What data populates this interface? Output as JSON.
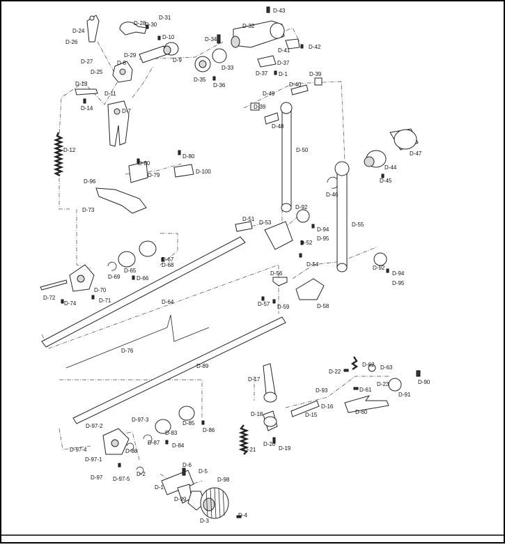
{
  "diagram": {
    "labels": {
      "D-1": "D-1",
      "D-2": "D-2",
      "D-3": "D-3",
      "D-4": "D-4",
      "D-5": "D-5",
      "D-6": "D-6",
      "D-7": "D-7",
      "D-8": "D-8",
      "D-9": "D-9",
      "D-10": "D-10",
      "D-11": "D-11",
      "D-12": "D-12",
      "D-13": "D-13",
      "D-14": "D-14",
      "D-15": "D-15",
      "D-16": "D-16",
      "D-17": "D-17",
      "D-18": "D-18",
      "D-19": "D-19",
      "D-20": "D-20",
      "D-21": "D-21",
      "D-22": "D-22",
      "D-23": "D-23",
      "D-24": "D-24",
      "D-25": "D-25",
      "D-26": "D-26",
      "D-27": "D-27",
      "D-28": "D-28",
      "D-29": "D-29",
      "D-30": "D-30",
      "D-31": "D-31",
      "D-32": "D-32",
      "D-33": "D-33",
      "D-34": "D-34",
      "D-35": "D-35",
      "D-36": "D-36",
      "D-37": "D-37",
      "D-39": "D-39",
      "D-40": "D-40",
      "D-41": "D-41",
      "D-42": "D-42",
      "D-43": "D-43",
      "D-44": "D-44",
      "D-45": "D-45",
      "D-46": "D-46",
      "D-47": "D-47",
      "D-48": "D-48",
      "D-49": "D-49",
      "D-50": "D-50",
      "D-51": "D-51",
      "D-52": "D-52",
      "D-53": "D-53",
      "D-54": "D-54",
      "D-55": "D-55",
      "D-56": "D-56",
      "D-57": "D-57",
      "D-58": "D-58",
      "D-59": "D-59",
      "D-60": "D-60",
      "D-61": "D-61",
      "D-62": "D-62",
      "D-63": "D-63",
      "D-64": "D-64",
      "D-65": "D-65",
      "D-66": "D-66",
      "D-67": "D-67",
      "D-68": "D-68",
      "D-69": "D-69",
      "D-70": "D-70",
      "D-71": "D-71",
      "D-72": "D-72",
      "D-73": "D-73",
      "D-74": "D-74",
      "D-76": "D-76",
      "D-79": "D-79",
      "D-80": "D-80",
      "D-83": "D-83",
      "D-84": "D-84",
      "D-85": "D-85",
      "D-86": "D-86",
      "D-87": "D-87",
      "D-88": "D-88",
      "D-89": "D-89",
      "D-90": "D-90",
      "D-91": "D-91",
      "D-92": "D-92",
      "D-93": "D-93",
      "D-94": "D-94",
      "D-95": "D-95",
      "D-96": "D-96",
      "D-97": "D-97",
      "D-97-1": "D-97-1",
      "D-97-2": "D-97-2",
      "D-97-3": "D-97-3",
      "D-97-4": "D-97-4",
      "D-97-5": "D-97-5",
      "D-98": "D-98",
      "D-99": "D-99",
      "D-100": "D-100"
    }
  }
}
